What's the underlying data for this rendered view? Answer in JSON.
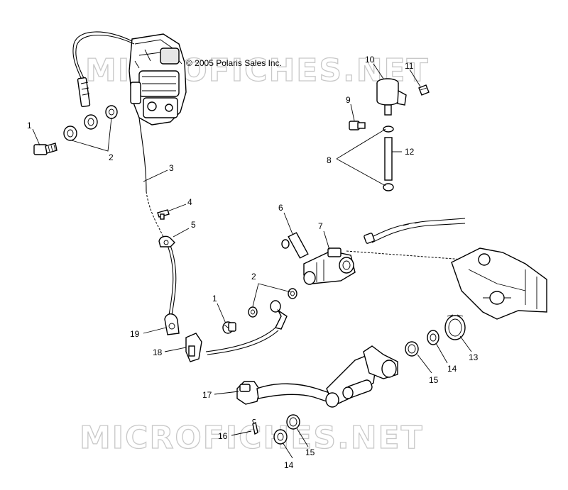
{
  "copyright": "© 2005 Polaris Sales Inc.",
  "watermark": "MICROFICHES.NET",
  "callouts": [
    {
      "id": "c1a",
      "text": "1"
    },
    {
      "id": "c2a",
      "text": "2"
    },
    {
      "id": "c3",
      "text": "3"
    },
    {
      "id": "c4",
      "text": "4"
    },
    {
      "id": "c5",
      "text": "5"
    },
    {
      "id": "c6",
      "text": "6"
    },
    {
      "id": "c7",
      "text": "7"
    },
    {
      "id": "c8",
      "text": "8"
    },
    {
      "id": "c9",
      "text": "9"
    },
    {
      "id": "c10",
      "text": "10"
    },
    {
      "id": "c11",
      "text": "11"
    },
    {
      "id": "c12",
      "text": "12"
    },
    {
      "id": "c13",
      "text": "13"
    },
    {
      "id": "c14a",
      "text": "14"
    },
    {
      "id": "c14b",
      "text": "14"
    },
    {
      "id": "c15a",
      "text": "15"
    },
    {
      "id": "c15b",
      "text": "15"
    },
    {
      "id": "c16",
      "text": "16"
    },
    {
      "id": "c17",
      "text": "17"
    },
    {
      "id": "c18",
      "text": "18"
    },
    {
      "id": "c19",
      "text": "19"
    },
    {
      "id": "c1b",
      "text": "1"
    },
    {
      "id": "c2b",
      "text": "2"
    }
  ]
}
